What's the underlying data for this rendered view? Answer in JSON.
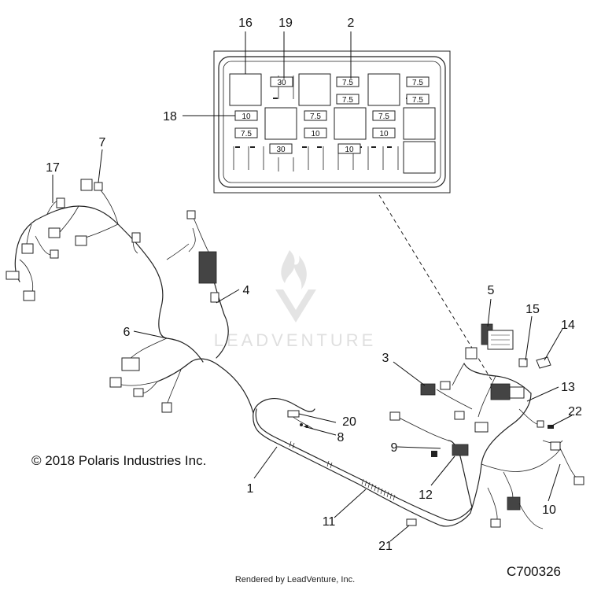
{
  "callouts": {
    "c1": "1",
    "c2": "2",
    "c3": "3",
    "c4": "4",
    "c5": "5",
    "c6": "6",
    "c7": "7",
    "c8": "8",
    "c9": "9",
    "c10": "10",
    "c11": "11",
    "c12": "12",
    "c13": "13",
    "c14": "14",
    "c15": "15",
    "c16": "16",
    "c17": "17",
    "c18": "18",
    "c19": "19",
    "c20": "20",
    "c21": "21",
    "c22": "22"
  },
  "fuse_box": {
    "labels": {
      "f30_top": "30",
      "f75_a": "7.5",
      "f75_b": "7.5",
      "f75_c": "7.5",
      "f75_d": "7.5",
      "f10_left": "10",
      "f75_left": "7.5",
      "f75_mid": "7.5",
      "f75_right": "7.5",
      "f10_mid": "10",
      "f10_right": "10",
      "f30_bottom": "30",
      "f10_bottom": "10"
    }
  },
  "watermark": "LEADVENTURE",
  "copyright": "© 2018 Polaris Industries Inc.",
  "rendered_by": "Rendered by LeadVenture, Inc.",
  "diagram_code": "C700326"
}
